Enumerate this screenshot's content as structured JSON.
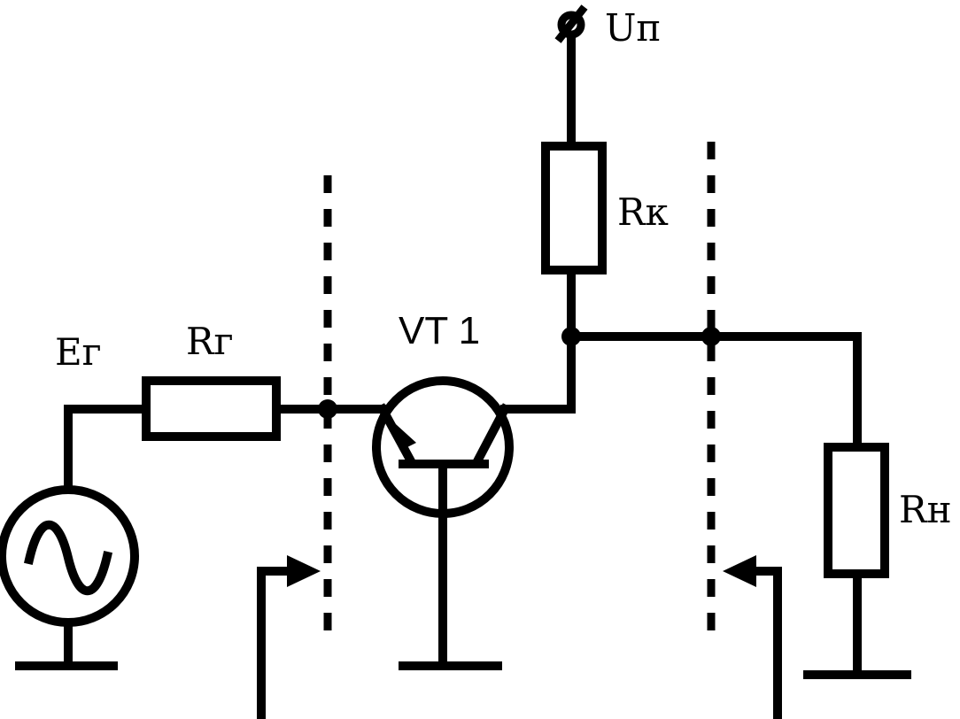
{
  "labels": {
    "supply": "Uп",
    "collector_resistor": "Rк",
    "transistor": "VT 1",
    "generator_emf": "Eг",
    "generator_resistor": "Rг",
    "load_resistor": "Rн"
  },
  "colors": {
    "ink": "#000000",
    "background": "#ffffff"
  }
}
